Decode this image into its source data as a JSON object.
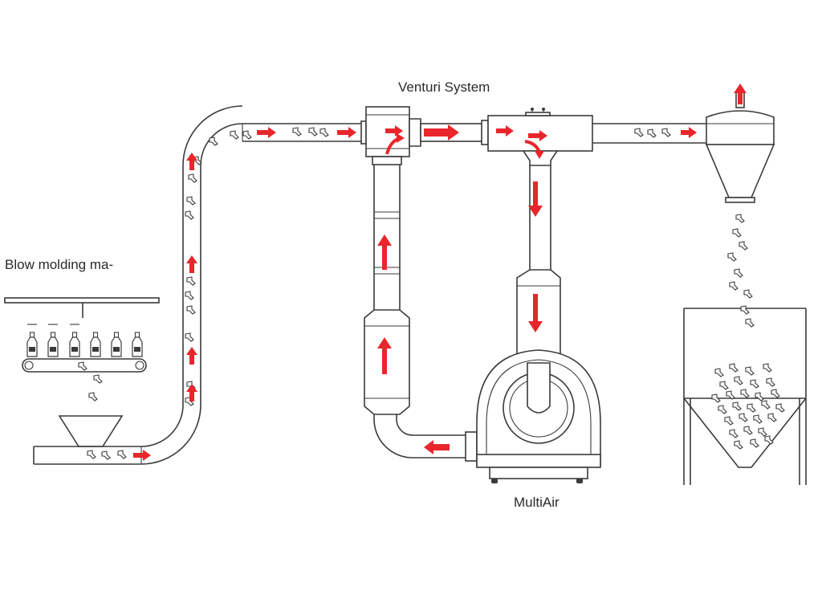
{
  "labels": {
    "blow_molding": "Blow molding ma-",
    "venturi": "Venturi System",
    "multiair": "MultiAir"
  },
  "colors": {
    "line": "#3a3a3a",
    "arrow": "#e8262b",
    "background": "#ffffff"
  },
  "icons": {
    "flow_arrow": "flow-arrow-icon",
    "preform": "preform-icon",
    "bottle": "bottle-icon"
  }
}
